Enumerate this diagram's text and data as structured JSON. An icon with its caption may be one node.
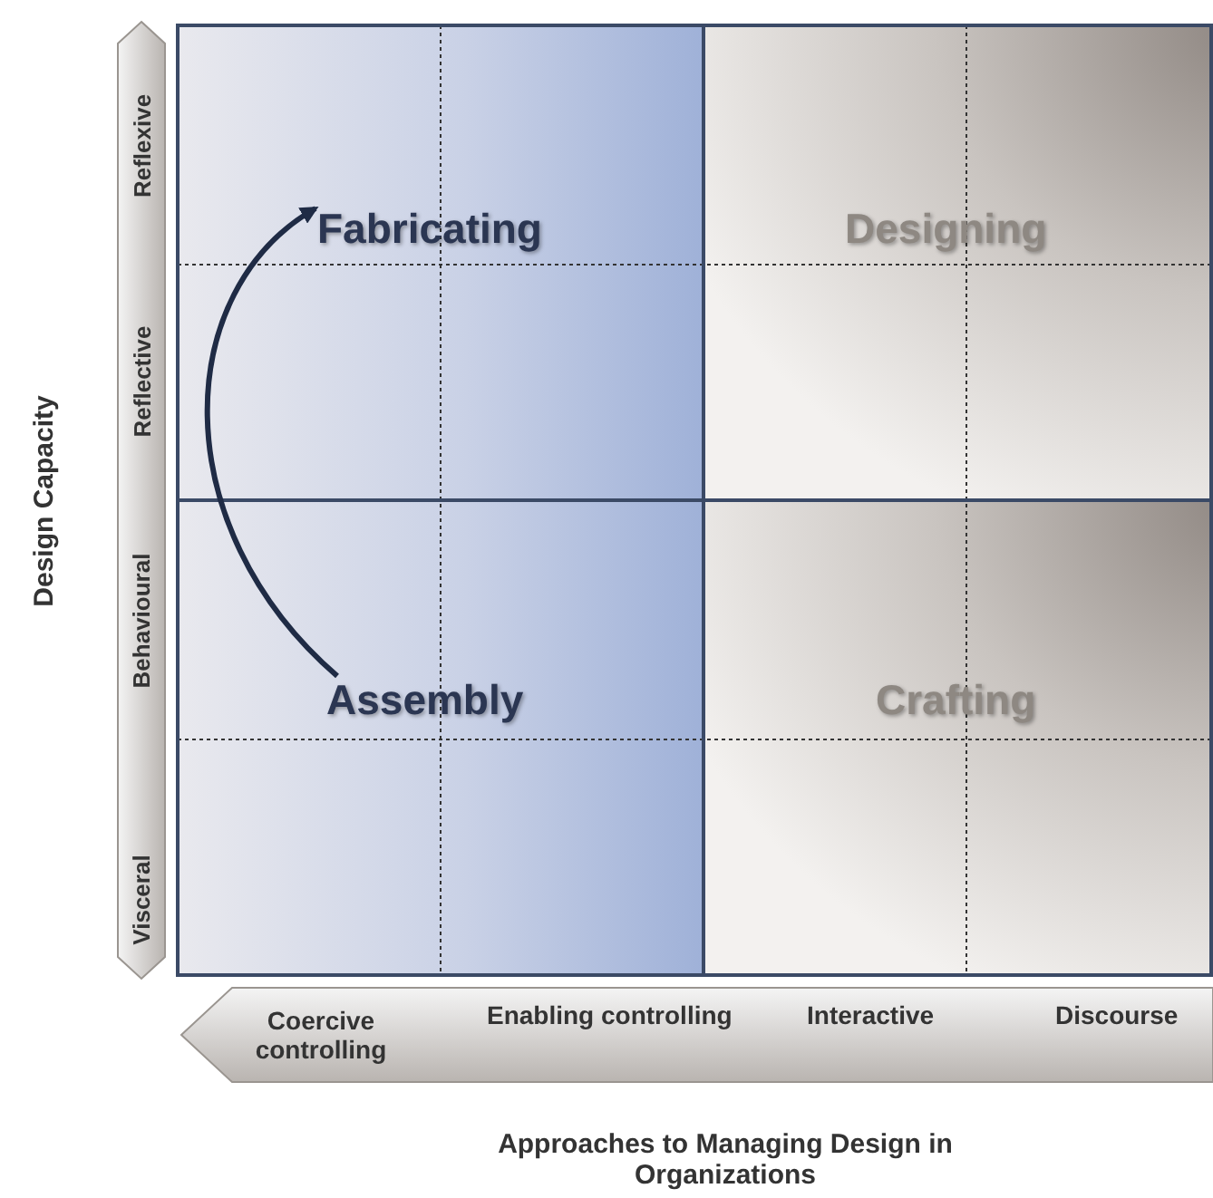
{
  "diagram": {
    "nodes": [
      {
        "text": [
          "Fabricating"
        ]
      },
      {
        "text": [
          "Designing"
        ]
      },
      {
        "text": [
          "Assembly"
        ]
      },
      {
        "text": [
          "Crafting"
        ]
      }
    ],
    "edges": [
      {
        "from": 2,
        "to": 0,
        "arrow": "to"
      }
    ],
    "labels": [
      "Reflexive",
      "Reflective",
      "Design Capacity",
      "Behavioural",
      "Visceral",
      "Coercive controlling",
      "Enabling controlling",
      "Interactive",
      "Discourse",
      "Approaches to Managing Design in Organizations"
    ]
  }
}
